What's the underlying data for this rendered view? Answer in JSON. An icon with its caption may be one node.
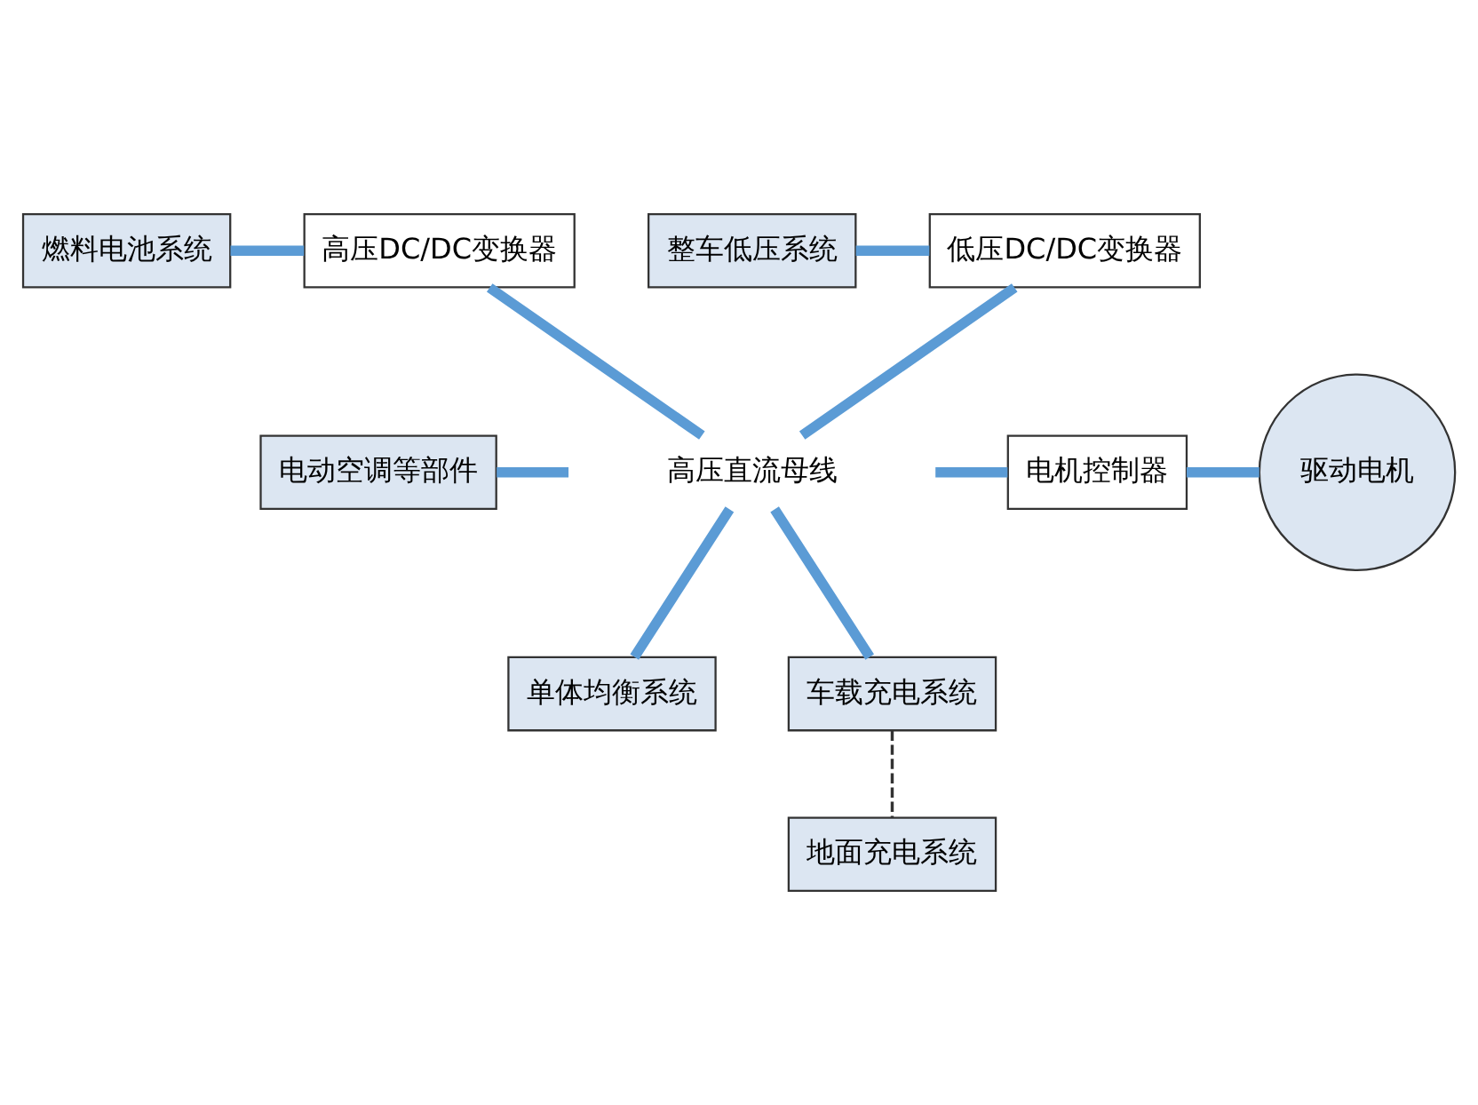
{
  "diagram": {
    "nodes": [
      {
        "text": [
          "燃料电池系统"
        ]
      },
      {
        "text": [
          "高压DC/DC变换器"
        ]
      },
      {
        "text": [
          "整车低压系统"
        ]
      },
      {
        "text": [
          "低压DC/DC变换器"
        ]
      },
      {
        "text": [
          "电动空调等部件"
        ]
      },
      {
        "text": [
          "高压直流母线"
        ]
      },
      {
        "text": [
          "电机控制器"
        ]
      },
      {
        "text": [
          "驱动电机"
        ]
      },
      {
        "text": [
          "单体均衡系统"
        ]
      },
      {
        "text": [
          "车载充电系统"
        ]
      },
      {
        "text": [
          "地面充电系统"
        ]
      }
    ],
    "edges": [
      {
        "from": 0,
        "to": 1,
        "arrow": "none"
      },
      {
        "from": 2,
        "to": 3,
        "arrow": "none"
      },
      {
        "from": 1,
        "to": 5,
        "arrow": "none"
      },
      {
        "from": 3,
        "to": 5,
        "arrow": "none"
      },
      {
        "from": 4,
        "to": 5,
        "arrow": "none"
      },
      {
        "from": 5,
        "to": 6,
        "arrow": "none"
      },
      {
        "from": 6,
        "to": 7,
        "arrow": "none"
      },
      {
        "from": 5,
        "to": 8,
        "arrow": "none"
      },
      {
        "from": 5,
        "to": 9,
        "arrow": "none"
      },
      {
        "from": 9,
        "to": 10,
        "arrow": "none",
        "style": "dashed",
        "color": "#333333"
      }
    ]
  }
}
